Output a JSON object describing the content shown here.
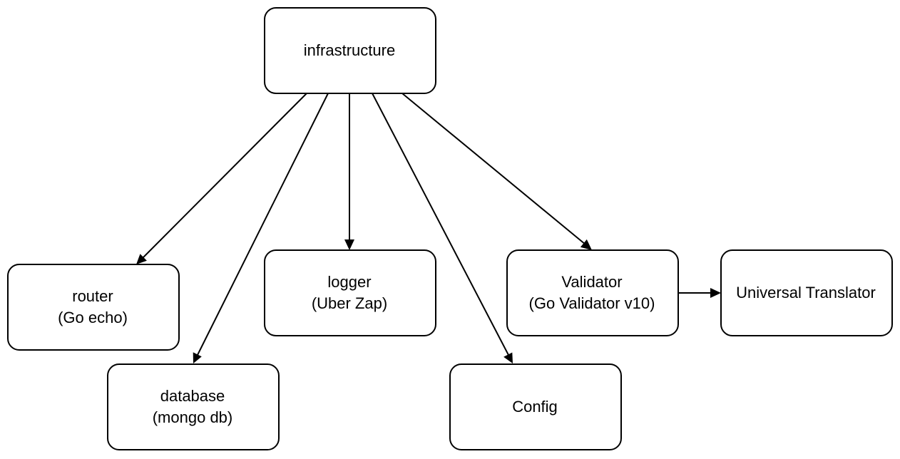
{
  "colors": {
    "background": "#ffffff",
    "stroke": "#000000",
    "text": "#000000"
  },
  "nodes": {
    "infrastructure": {
      "lines": [
        "infrastructure"
      ]
    },
    "router": {
      "lines": [
        "router",
        "(Go echo)"
      ]
    },
    "database": {
      "lines": [
        "database",
        "(mongo db)"
      ]
    },
    "logger": {
      "lines": [
        "logger",
        "(Uber Zap)"
      ]
    },
    "config": {
      "lines": [
        "Config"
      ]
    },
    "validator": {
      "lines": [
        "Validator",
        "(Go Validator v10)"
      ]
    },
    "translator": {
      "lines": [
        "Universal Translator"
      ]
    }
  },
  "edges": [
    {
      "from": "infrastructure",
      "to": "router"
    },
    {
      "from": "infrastructure",
      "to": "database"
    },
    {
      "from": "infrastructure",
      "to": "logger"
    },
    {
      "from": "infrastructure",
      "to": "config"
    },
    {
      "from": "infrastructure",
      "to": "validator"
    },
    {
      "from": "validator",
      "to": "translator"
    }
  ]
}
